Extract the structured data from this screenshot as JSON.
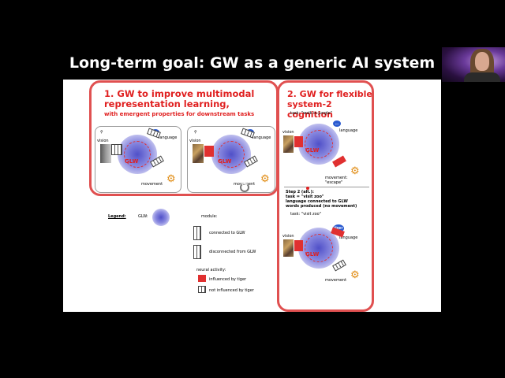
{
  "slide": {
    "title": "Long-term goal: GW as a generic AI system",
    "panel1": {
      "title": "1. GW to improve multimodal representation learning,",
      "subtitle": "with emergent properties for downstream tasks",
      "left": {
        "vision": "vision",
        "language": "language",
        "gw": "GLW",
        "movement": "movement",
        "bubble": "..."
      },
      "right": {
        "vision": "vision",
        "language": "language",
        "gw": "GLW",
        "movement": "movement",
        "bubble": "..."
      }
    },
    "panel2": {
      "title": "2. GW for flexible system-2 cognition",
      "step1": {
        "task": "task: \"walk in jungle\"",
        "vision": "vision",
        "language": "language",
        "movement": "movement:",
        "movement_value": "\"escape\"",
        "gw": "GLW",
        "bubble": "..."
      },
      "step2": {
        "line1": "Step 2 (alt.):",
        "line2": "task = \"visit zoo\"",
        "line3": "language connected to GLW",
        "line4": "words produced (no movement)",
        "task": "task: \"visit zoo\"",
        "vision": "vision",
        "language": "language",
        "movement": "movement",
        "bubble": "tiger",
        "gw": "GLW"
      }
    },
    "legend": {
      "title": "Legend:",
      "glw": "GLW:",
      "module": "module:",
      "connected": "connected to GLW",
      "disconnected": "disconnected from GLW",
      "neural": "neural activity:",
      "influenced": "influenced by tiger",
      "not_influenced": "not influenced by tiger"
    }
  },
  "colors": {
    "accent": "#e02020",
    "gw_blue": "#5050c8",
    "bubble": "#2a5ad0"
  },
  "icons": [
    "spinner-icon",
    "robot-arm-icon",
    "network-icon"
  ]
}
